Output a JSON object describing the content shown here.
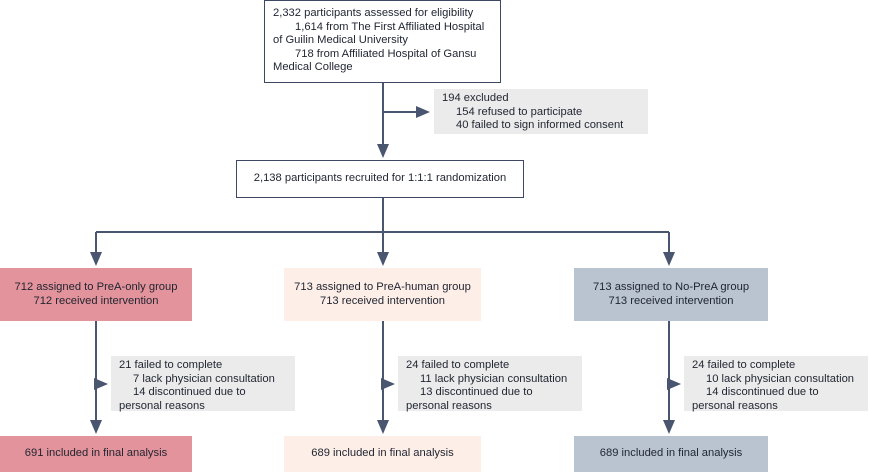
{
  "eligibility": {
    "total": "2,332 participants assessed for eligibility",
    "site1": "1,614 from The First Affiliated Hospital",
    "site1_cont": "of Guilin Medical University",
    "site2": "718 from Affiliated Hospital of Gansu",
    "site2_cont": "Medical College"
  },
  "excluded": {
    "total": "194 excluded",
    "reason1": "154 refused to participate",
    "reason2": "40 failed to sign informed consent"
  },
  "recruited": "2,138 participants recruited for 1:1:1 randomization",
  "groups": [
    {
      "assigned": "712 assigned to PreA-only group",
      "received": "712 received intervention",
      "failed": "21 failed to complete",
      "lack": "7 lack physician consultation",
      "discontinued": "14 discontinued due to",
      "discontinued_cont": "personal reasons",
      "final": "691 included in final analysis",
      "color": "#e3939b"
    },
    {
      "assigned": "713 assigned to PreA-human group",
      "received": "713 received intervention",
      "failed": "24 failed to complete",
      "lack": "11 lack physician consultation",
      "discontinued": "13 discontinued due to",
      "discontinued_cont": "personal reasons",
      "final": "689 included in final analysis",
      "color": "#fdeee8"
    },
    {
      "assigned": "713 assigned to No-PreA group",
      "received": "713 received intervention",
      "failed": "24 failed to complete",
      "lack": "10 lack physician consultation",
      "discontinued": "14 discontinued due to",
      "discontinued_cont": "personal reasons",
      "final": "689 included in final analysis",
      "color": "#b9c4d0"
    }
  ],
  "colors": {
    "arrow": "#4a5570",
    "note_bg": "#ebebeb"
  }
}
